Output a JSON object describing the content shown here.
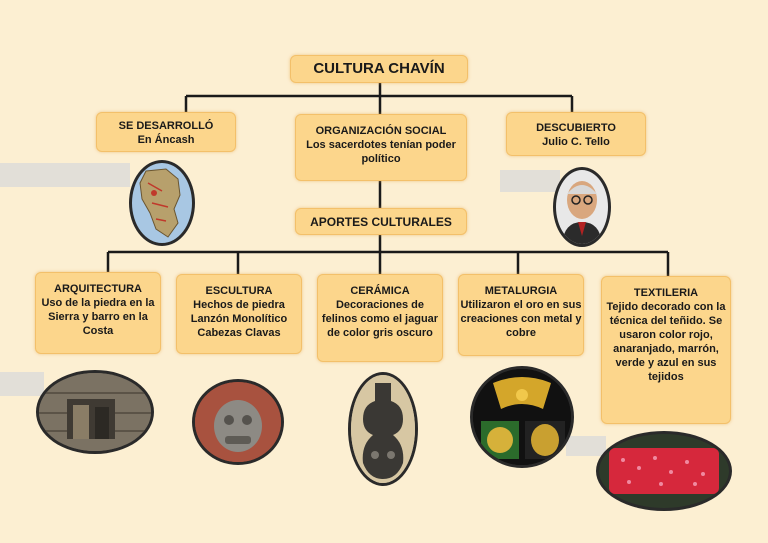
{
  "title": "CULTURA CHAVÍN",
  "origin": {
    "heading": "SE DESARROLLÓ",
    "text": "En Áncash"
  },
  "social": {
    "heading": "ORGANIZACIÓN SOCIAL",
    "text": "Los sacerdotes tenían poder político"
  },
  "discovery": {
    "heading": "DESCUBIERTO",
    "text": "Julio C. Tello"
  },
  "contributions": {
    "heading": "APORTES CULTURALES"
  },
  "architecture": {
    "heading": "ARQUITECTURA",
    "text": "Uso de la piedra en la Sierra y barro en la Costa"
  },
  "sculpture": {
    "heading": "ESCULTURA",
    "text": "Hechos de piedra\nLanzón Monolítico\nCabezas Clavas"
  },
  "ceramics": {
    "heading": "CERÁMICA",
    "text": "Decoraciones de felinos como el jaguar de color gris oscuro"
  },
  "metallurgy": {
    "heading": "METALURGIA",
    "text": "Utilizaron el oro en sus creaciones con metal y cobre"
  },
  "textiles": {
    "heading": "TEXTILERIA",
    "text": "Tejido decorado con la técnica del teñido. Se usaron color rojo, anaranjado, marrón, verde y azul en sus tejidos"
  },
  "colors": {
    "box_fill": "#fcd68c",
    "background": "#fcefd2",
    "connector": "#1a1a1a"
  },
  "images": [
    "peru-map-icon",
    "portrait-icon",
    "stone-temple-icon",
    "stone-head-icon",
    "ceramic-vessel-icon",
    "gold-ornament-icon",
    "red-textile-icon"
  ]
}
